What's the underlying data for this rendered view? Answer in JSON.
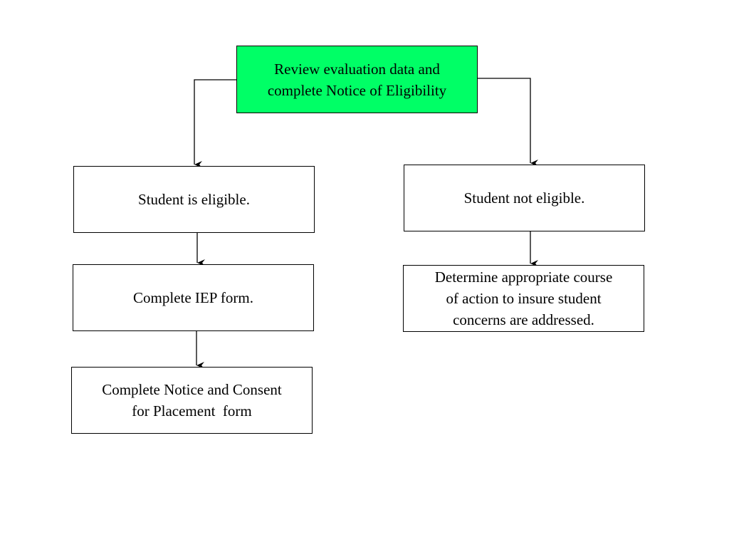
{
  "colors": {
    "start_fill": "#00ff66",
    "box_fill": "#ffffff",
    "stroke": "#000000"
  },
  "nodes": {
    "review": {
      "line1": "Review evaluation data and",
      "line2": "complete Notice of Eligibility"
    },
    "eligible": {
      "text": "Student is eligible."
    },
    "not_eligible": {
      "text": "Student not eligible."
    },
    "iep": {
      "text": "Complete IEP form."
    },
    "course": {
      "line1": "Determine appropriate course",
      "line2": "of action to insure student",
      "line3": "concerns are addressed."
    },
    "consent": {
      "line1": "Complete Notice and Consent",
      "line2": "for Placement  form"
    }
  }
}
